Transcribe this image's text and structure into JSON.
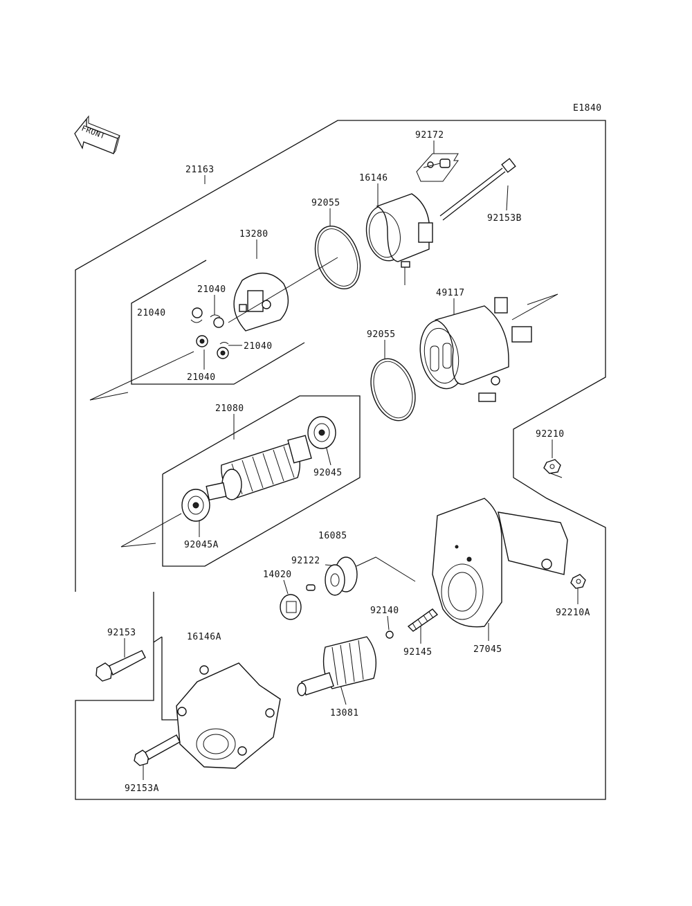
{
  "diagram_code": "E1840",
  "front_arrow_label": "FRONT",
  "parts": {
    "p21163": "21163",
    "p92172": "92172",
    "p16146": "16146",
    "p92055_top": "92055",
    "p92153B": "92153B",
    "p13280": "13280",
    "p21040_a": "21040",
    "p21040_b": "21040",
    "p21040_c": "21040",
    "p21040_d": "21040",
    "p49117": "49117",
    "p92055_bottom": "92055",
    "p21080": "21080",
    "p92045": "92045",
    "p92045A": "92045A",
    "p92210": "92210",
    "p16085": "16085",
    "p92122": "92122",
    "p14020": "14020",
    "p92140": "92140",
    "p92210A": "92210A",
    "p92145": "92145",
    "p27045": "27045",
    "p92153": "92153",
    "p16146A": "16146A",
    "p13081": "13081",
    "p92153A": "92153A"
  }
}
